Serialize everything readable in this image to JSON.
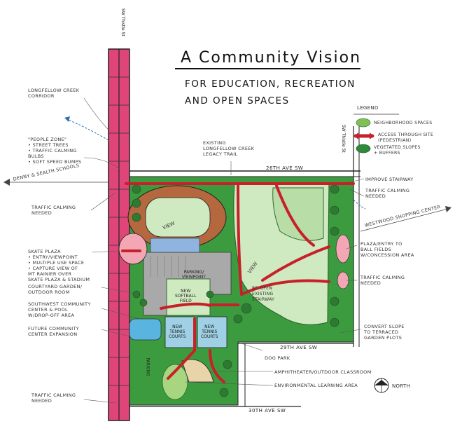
{
  "title": "A Community Vision",
  "subtitle": "For Education, Recreation\nand Open Spaces",
  "streets": {
    "sw_thistle_st": "SW Thistle St",
    "ave_26th": "26th Ave SW",
    "ave_29th": "29th Ave SW",
    "ave_30th": "30th Ave SW",
    "st_east": "SW Thistle St"
  },
  "legend": {
    "heading": "Legend",
    "items": [
      {
        "label": "Neighborhood spaces",
        "color": "#7fbf55"
      },
      {
        "label": "Access through site\n(pedestrian)",
        "color": "#c8202a"
      },
      {
        "label": "Vegetated slopes\n+ buffers",
        "color": "#2e8b3a"
      }
    ]
  },
  "left_notes": {
    "longfellow_corridor": "Longfellow Creek\nCorridor",
    "people_zone": "\"People Zone\"\n• Street Trees\n• Traffic Calming\n   Bulbs\n• Soft Speed Bumps",
    "denny_sealth": "Denny & Sealth Schools",
    "traffic_calming_1": "Traffic Calming\nNeeded",
    "skate_plaza": "Skate Plaza\n• Entry/Viewpoint\n• Multiple Use Space\n• Capture View of\n  Mt Rainier over\n  Skate Plaza & Stadium",
    "courtyard": "Courtyard Garden/\nOutdoor Room",
    "southwest_center": "Southwest Community\nCenter & Pool\nw/Drop-off Area",
    "future_expansion": "Future Community\nCenter Expansion",
    "traffic_calming_2": "Traffic Calming\nNeeded"
  },
  "right_notes": {
    "existing_trail": "Existing\nLongfellow Creek\nLegacy Trail",
    "improve_stairway": "Improve Stairway",
    "traffic_calming_3": "Traffic Calming\nNeeded",
    "westwood": "Westwood Shopping Center",
    "plaza_entry": "Plaza/Entry to\nBall Fields\nw/Concession Area",
    "traffic_calming_4": "Traffic Calming\nNeeded",
    "convert_slope": "Convert Slope\nto Terraced\nGarden Plots",
    "reopen_stairway": "Re-open\nExisting\nStairway",
    "dog_park": "Dog Park",
    "amphitheater": "Amphitheater/Outdoor Classroom",
    "environmental_area": "Environmental Learning Area",
    "north": "North"
  },
  "site_labels": {
    "view_1": "View",
    "view_2": "View",
    "parking_1": "Parking/\nViewpoint",
    "parking_2": "Parking",
    "new_softball": "New\nSoftball\nField",
    "new_tennis_1": "New\nTennis\nCourts",
    "new_tennis_2": "New\nTennis\nCourts"
  }
}
